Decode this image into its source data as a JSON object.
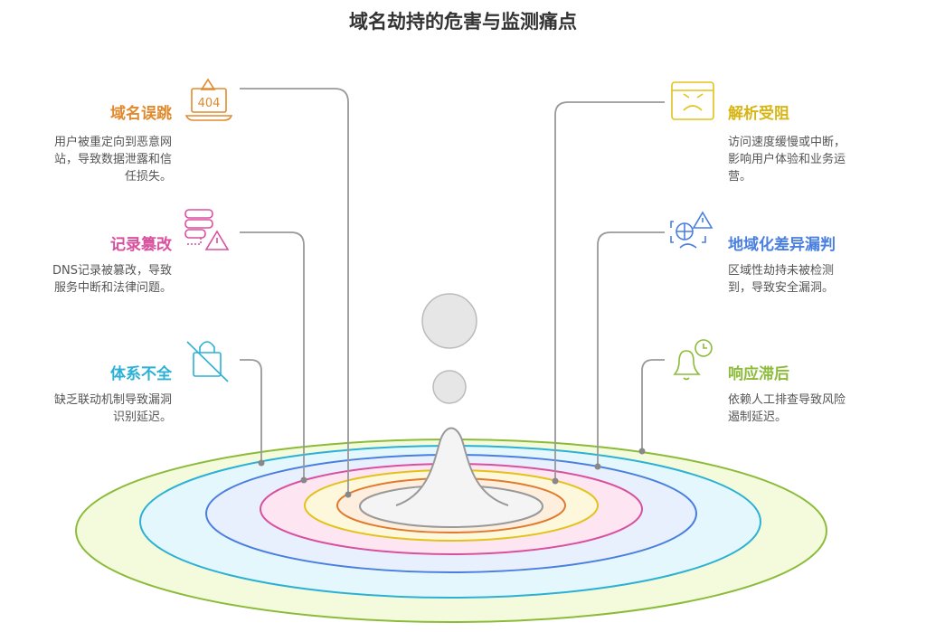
{
  "title": "域名劫持的危害与监测痛点",
  "colors": {
    "orange": "#e08a2e",
    "pink": "#d9509e",
    "cyan": "#2bb0d6",
    "yellow": "#e3c21a",
    "blue": "#4a7fe0",
    "green": "#8cbb3a",
    "gray": "#999999"
  },
  "items": [
    {
      "heading": "域名误跳",
      "desc": [
        "用户被重定向到恶意网",
        "站，导致数据泄露和信",
        "任损失。"
      ],
      "icon": "laptop-404-warning-icon",
      "icon_text": "404"
    },
    {
      "heading": "记录篡改",
      "desc": [
        "DNS记录被篡改，导致",
        "服务中断和法律问题。"
      ],
      "icon": "server-warning-icon"
    },
    {
      "heading": "体系不全",
      "desc": [
        "缺乏联动机制导致漏洞",
        "识别延迟。"
      ],
      "icon": "lock-slash-icon"
    },
    {
      "heading": "解析受阻",
      "desc": [
        "访问速度缓慢或中断，",
        "影响用户体验和业务运",
        "营。"
      ],
      "icon": "browser-angry-face-icon"
    },
    {
      "heading": "地域化差异漏判",
      "desc": [
        "区域性劫持未被检测",
        "到，导致安全漏洞。"
      ],
      "icon": "globe-scan-warning-icon"
    },
    {
      "heading": "响应滞后",
      "desc": [
        "依赖人工排查导致风险",
        "遏制延迟。"
      ],
      "icon": "bell-clock-icon"
    }
  ]
}
